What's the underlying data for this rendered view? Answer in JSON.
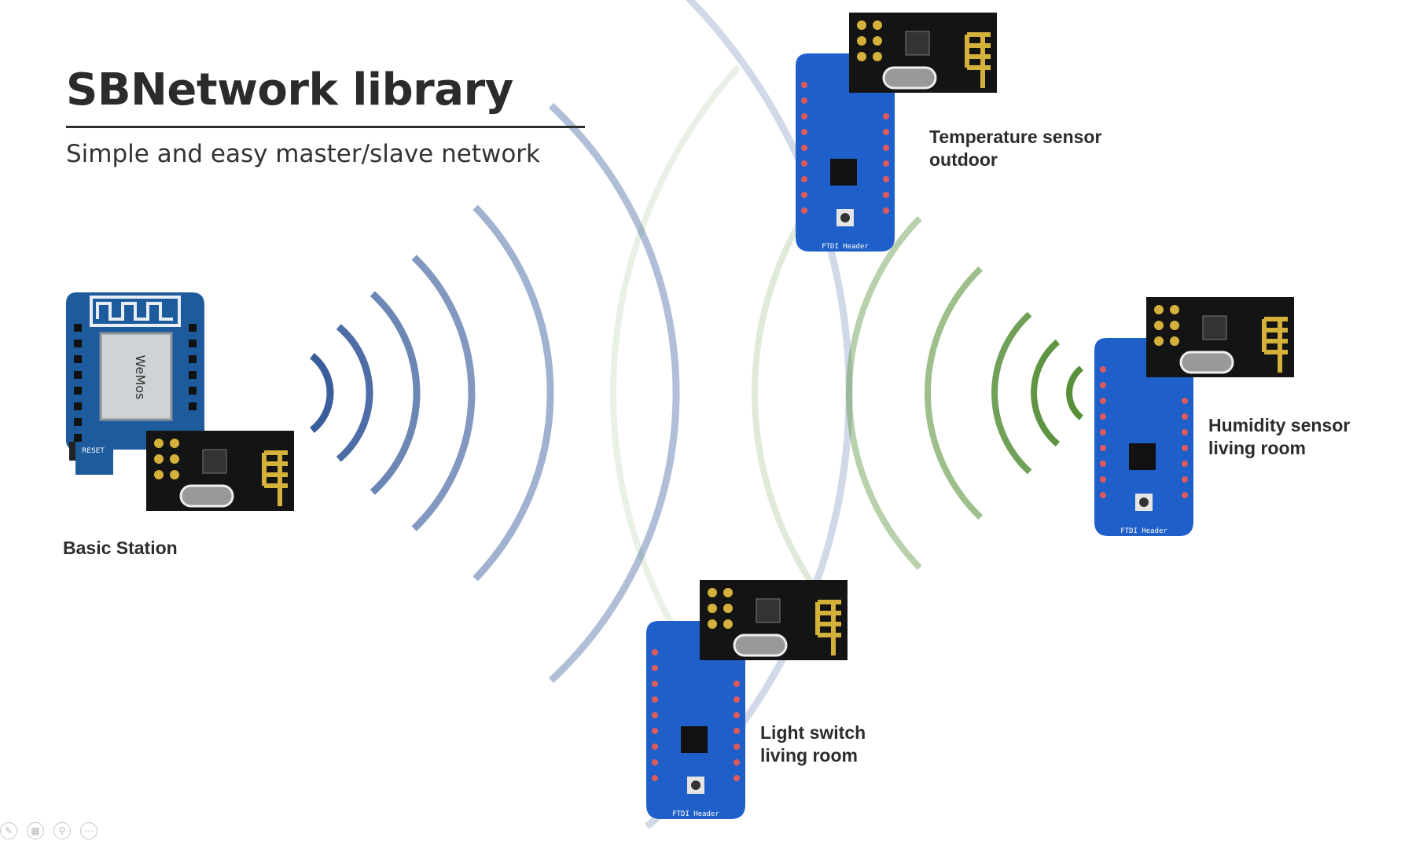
{
  "title": "SBNetwork library",
  "subtitle": "Simple and easy master/slave network",
  "nodes": {
    "master": {
      "label_lines": [
        "Basic Station"
      ]
    },
    "temperature": {
      "label_lines": [
        "Temperature sensor",
        "outdoor"
      ]
    },
    "humidity": {
      "label_lines": [
        "Humidity sensor",
        "living room"
      ]
    },
    "light": {
      "label_lines": [
        "Light switch",
        "living room"
      ]
    }
  },
  "colors": {
    "wave_master": "#2f5496",
    "wave_slave": "#4e8a2e",
    "wemos_board": "#1d5b9c",
    "trinket_board": "#1f5fc9",
    "radio_module": "#141414",
    "antenna": "#d4b13a",
    "text": "#2c2c2c"
  },
  "toolbar": {
    "icons": [
      "pen-icon",
      "slides-icon",
      "zoom-icon",
      "more-icon"
    ]
  }
}
